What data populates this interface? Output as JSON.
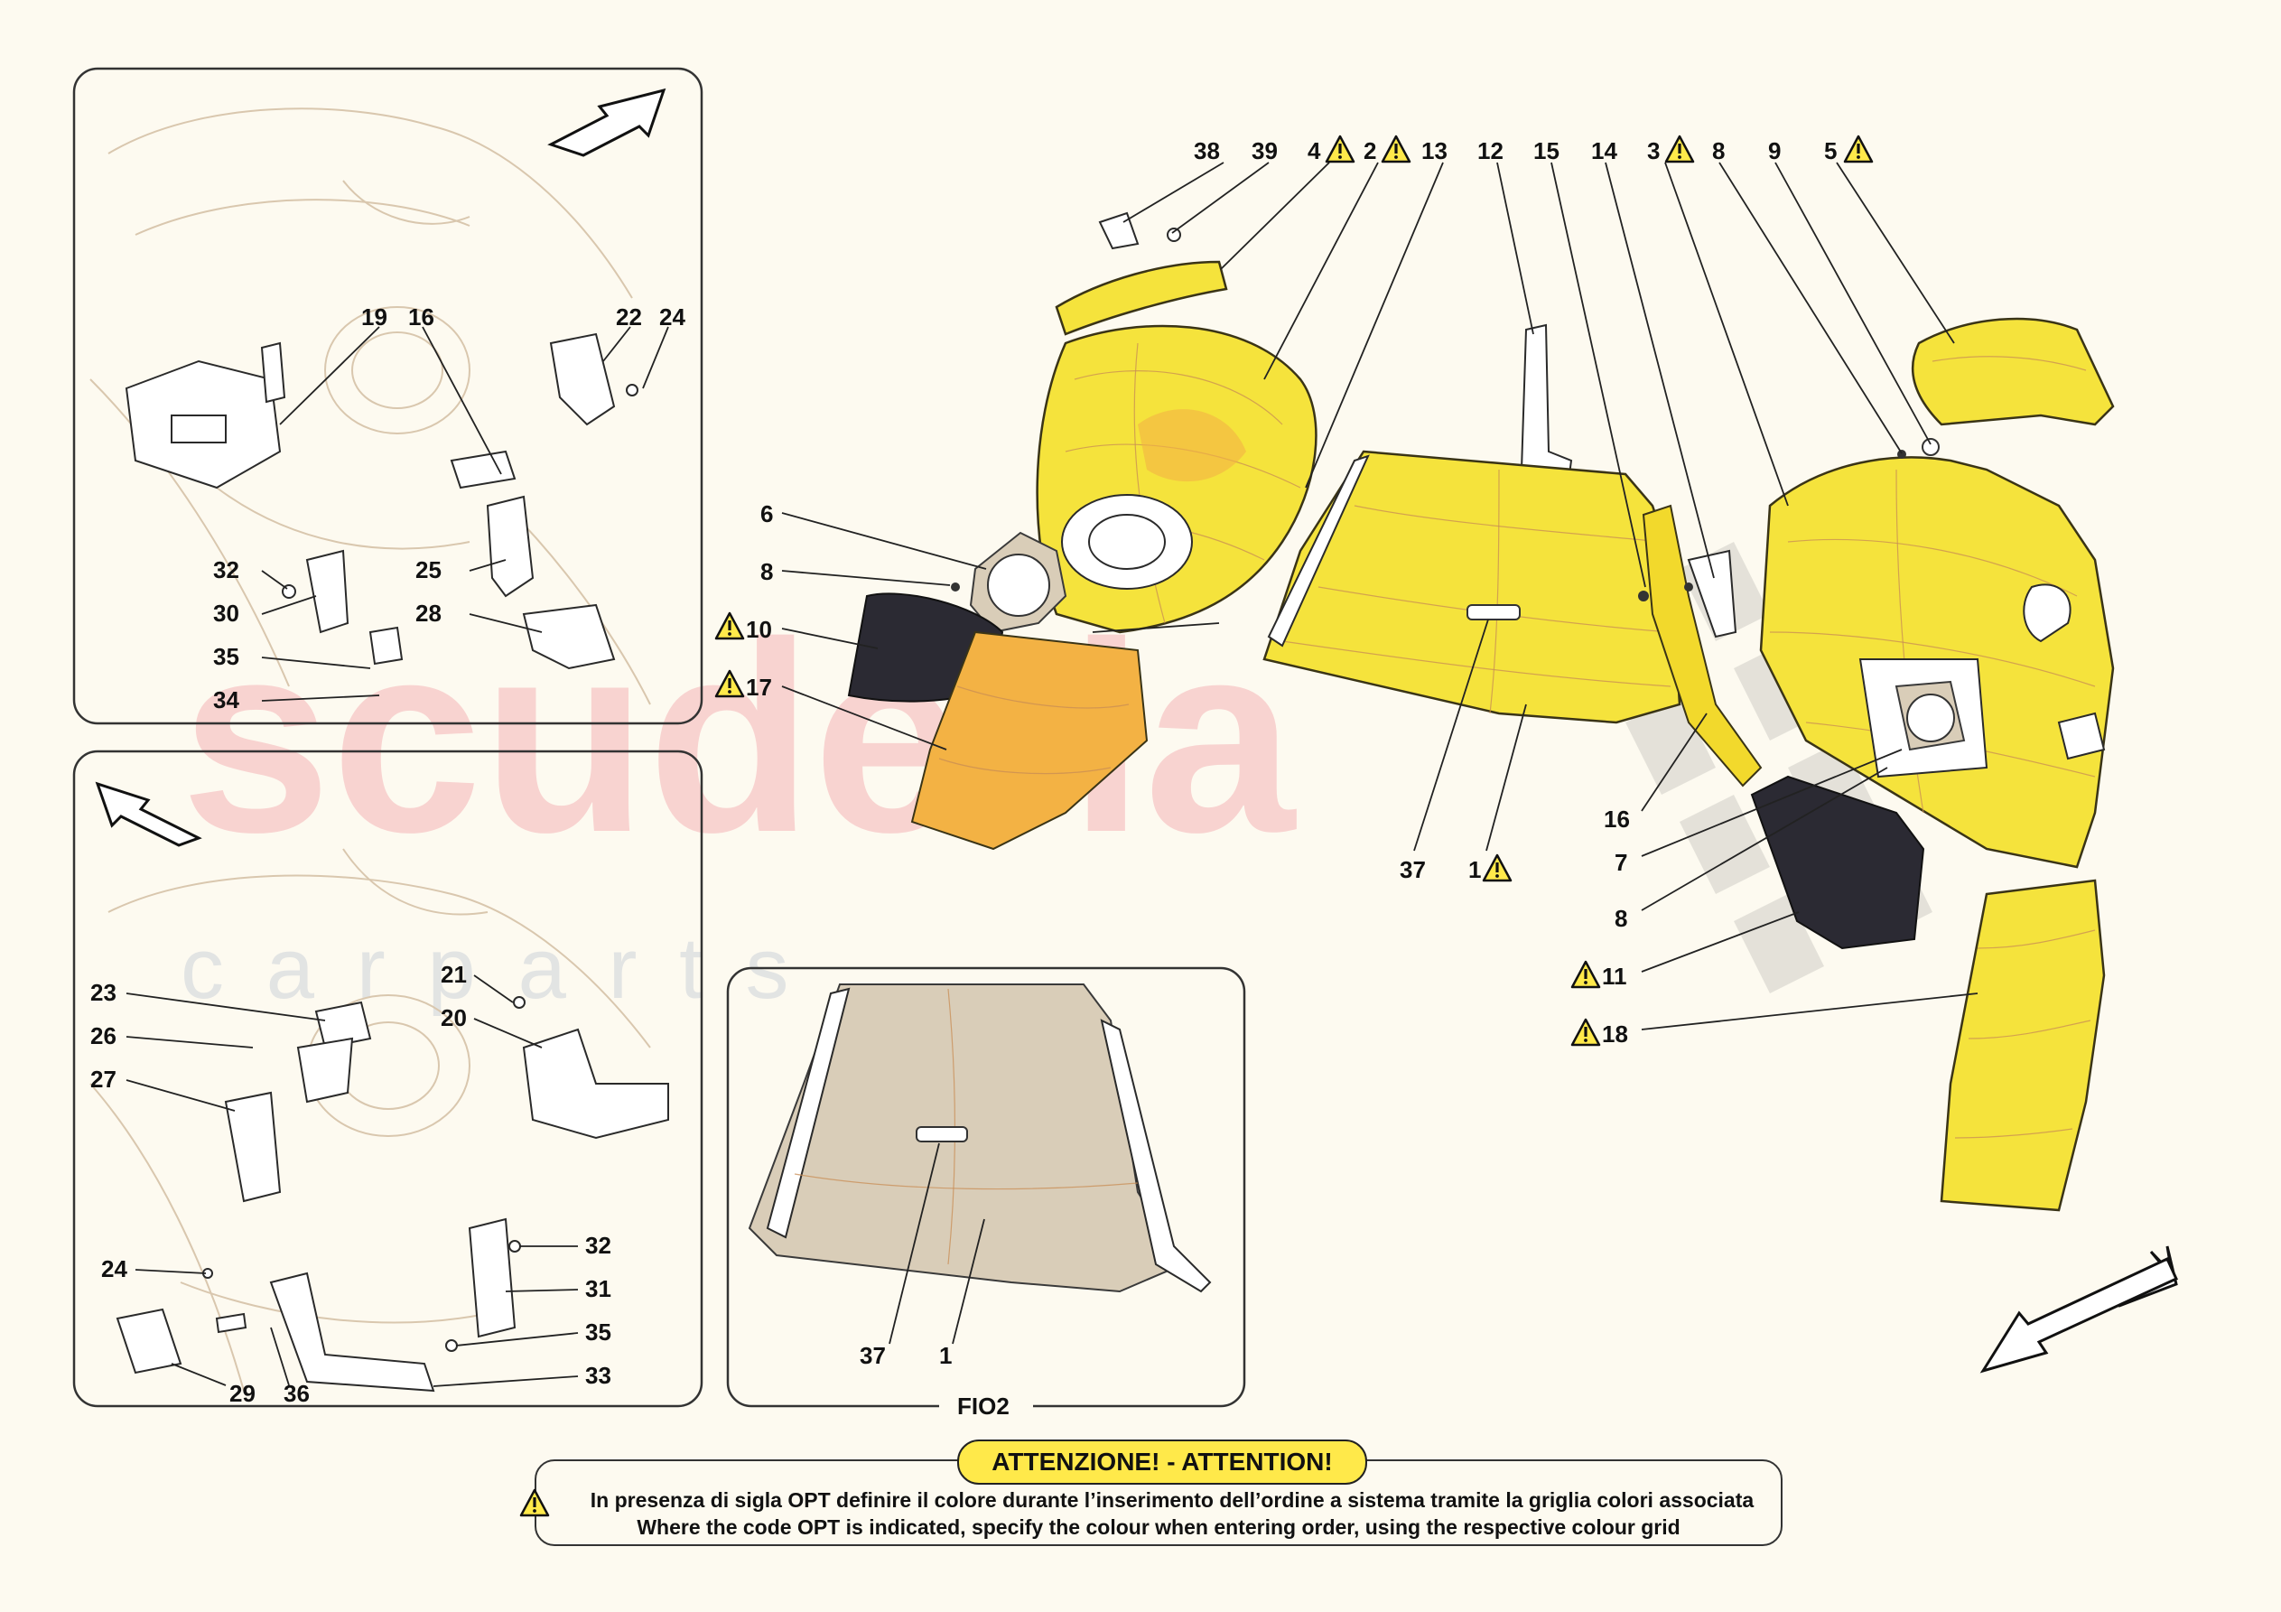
{
  "watermark": {
    "brand": "scuderia",
    "sub": "c a r   p a r t s"
  },
  "callouts": {
    "top": [
      "38",
      "39",
      "4",
      "2",
      "13",
      "12",
      "15",
      "14",
      "3",
      "8",
      "9",
      "5"
    ],
    "left_group": [
      "6",
      "8",
      "10",
      "17"
    ],
    "center_bottom": [
      "37",
      "1"
    ],
    "right_group": [
      "16",
      "7",
      "8",
      "11",
      "18"
    ],
    "panel_a": [
      "19",
      "16",
      "22",
      "24",
      "32",
      "30",
      "35",
      "34",
      "25",
      "28"
    ],
    "panel_b": [
      "23",
      "26",
      "27",
      "21",
      "20",
      "24",
      "29",
      "36",
      "32",
      "31",
      "35",
      "33"
    ],
    "panel_c": [
      "37",
      "1"
    ]
  },
  "warning_callouts": [
    "4",
    "2",
    "3",
    "5",
    "10",
    "17",
    "1",
    "11",
    "18"
  ],
  "panel_c_label": "FIO2",
  "notice": {
    "title": "ATTENZIONE! - ATTENTION!",
    "line_it": "In presenza di sigla OPT definire il colore durante l’inserimento dell’ordine a sistema tramite la griglia colori associata",
    "line_en": "Where the code OPT is indicated, specify the colour when entering order, using the respective colour grid"
  },
  "colors": {
    "trim": "#f5e33c",
    "warning": "#ffe94a",
    "watermark": "#f4a4aa"
  },
  "icons": [
    "warning-triangle-icon",
    "direction-arrow-icon"
  ]
}
